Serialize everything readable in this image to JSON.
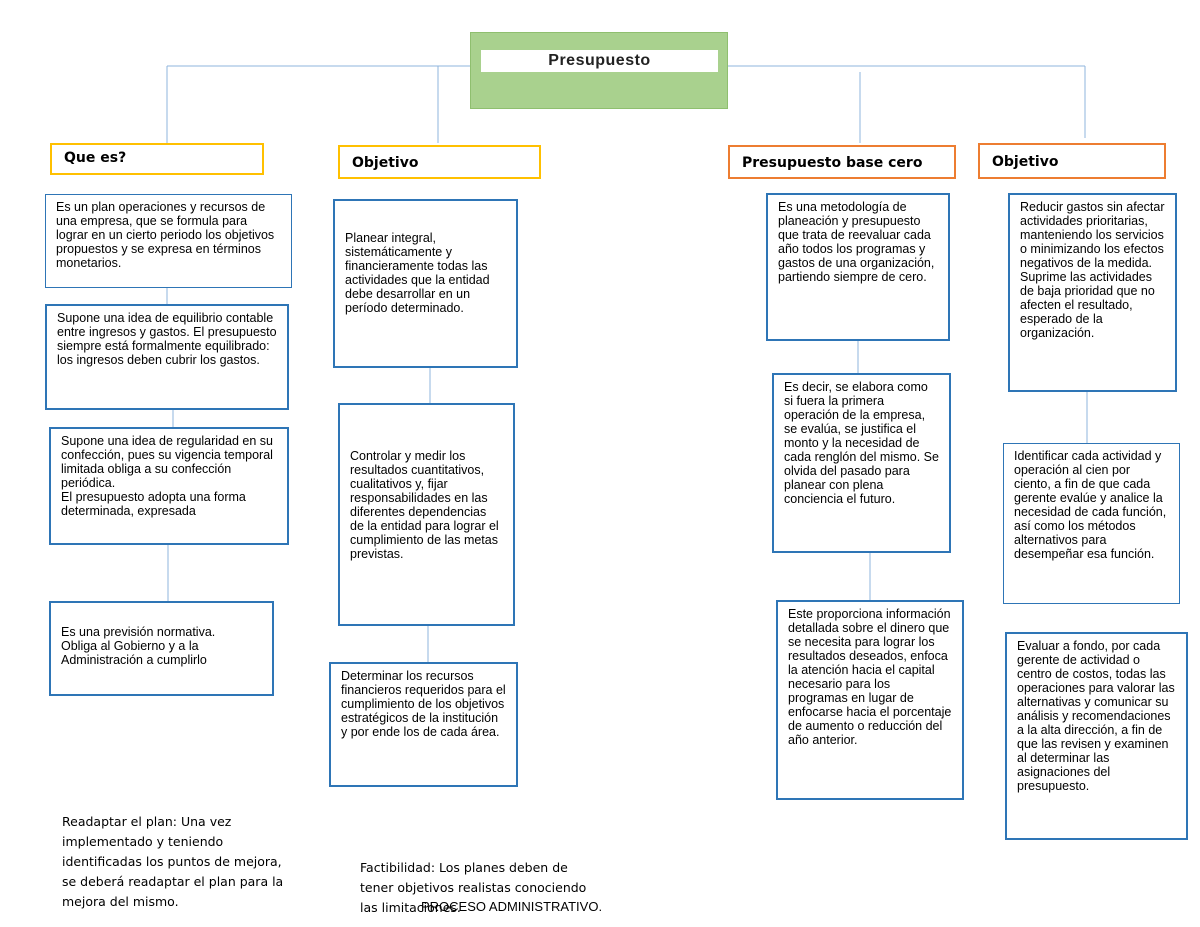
{
  "title": "Presupuesto",
  "headers": {
    "que_es": "Que es?",
    "objetivo_left": "Objetivo",
    "base_cero": "Presupuesto base cero",
    "objetivo_right": "Objetivo"
  },
  "columns": {
    "que_es": [
      "Es un plan operaciones y recursos de una empresa, que se formula para lograr en un cierto periodo los objetivos propuestos y se expresa en términos monetarios.",
      "Supone una idea de equilibrio contable entre ingresos y gastos. El presupuesto siempre está formalmente equilibrado: los ingresos deben cubrir los gastos.",
      "Supone una idea de regularidad en su confección, pues su vigencia temporal limitada obliga a su confección periódica.\nEl presupuesto adopta una forma determinada, expresada",
      "Es una previsión normativa.\nObliga al Gobierno y a la Administración a cumplirlo"
    ],
    "objetivo_left": [
      "Planear integral, sistemáticamente y financieramente todas las actividades que la entidad debe desarrollar en un período determinado.",
      "Controlar y medir los resultados cuantitativos, cualitativos y, fijar responsabilidades en las diferentes dependencias de la entidad para lograr el cumplimiento de las metas previstas.",
      "Determinar los recursos financieros requeridos para el cumplimiento de los objetivos estratégicos de la institución y por ende los de cada área."
    ],
    "base_cero": [
      "Es una metodología de planeación y presupuesto que trata de reevaluar cada año todos los programas y gastos de una organización, partiendo siempre de cero.",
      "Es decir, se elabora como si fuera la primera operación de la empresa, se evalúa, se justifica el monto y la necesidad de cada renglón del mismo. Se olvida del pasado para planear con plena conciencia el futuro.",
      "Este proporciona información detallada sobre el dinero que se necesita para lograr los resultados deseados, enfoca la atención hacia el capital necesario para los programas en lugar de enfocarse hacia el porcentaje de aumento o reducción del año anterior."
    ],
    "objetivo_right": [
      "Reducir gastos sin afectar actividades prioritarias, manteniendo los servicios o minimizando los efectos negativos de la medida. Suprime las actividades de baja prioridad que no afecten el resultado, esperado de la organización.",
      "Identificar cada actividad y operación al cien por ciento, a fin de que cada gerente evalúe y analice la necesidad de cada función, así como los métodos alternativos para desempeñar esa función.",
      "Evaluar a fondo, por cada gerente de actividad o centro de costos, todas las operaciones para valorar las alternativas y comunicar su análisis y recomendaciones a la alta dirección, a fin de que las revisen y examinen al determinar las asignaciones del presupuesto."
    ]
  },
  "notes": {
    "readaptar": "Readaptar el plan: Una vez\nimplementado y teniendo\nidentificadas los puntos de mejora,\nse deberá readaptar el plan para la\nmejora del mismo.",
    "factibilidad": "Factibilidad: Los planes deben de\ntener objetivos realistas conociendo\nlas limitaciones."
  },
  "footer": "PROCESO ADMINISTRATIVO.",
  "colors": {
    "title_fill": "#a9d18e",
    "box_border": "#2e75b6",
    "connector": "#5b9bd5",
    "header_yellow": "#ffc000",
    "header_orange": "#ed7d31"
  }
}
